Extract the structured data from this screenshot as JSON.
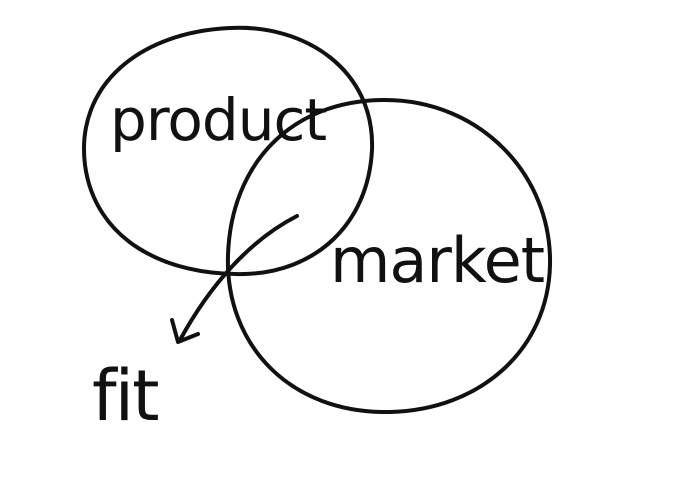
{
  "diagram": {
    "type": "venn",
    "sets": {
      "product": "product",
      "market": "market"
    },
    "intersection_label": "fit",
    "ink_color": "#111111",
    "background_color": "#ffffff"
  }
}
